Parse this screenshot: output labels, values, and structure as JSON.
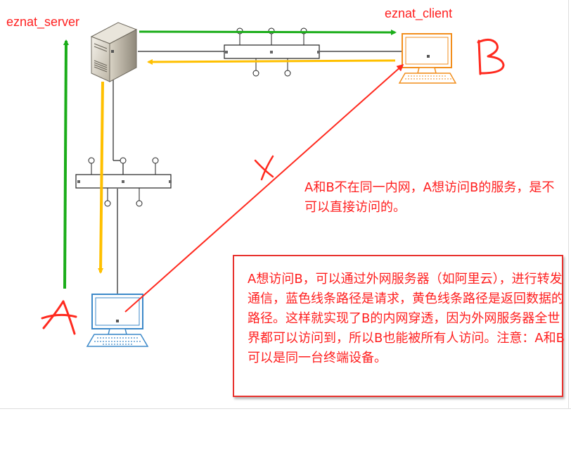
{
  "labels": {
    "server": "eznat_server",
    "client": "eznat_client",
    "a": "A",
    "b": "B",
    "x_mark": "X"
  },
  "notes": {
    "cannot_access": "A和B不在同一内网，A想访问B的服务，是不可以直接访问的。",
    "explanation": "A想访问B，可以通过外网服务器（如阿里云），进行转发通信，蓝色线条路径是请求，黄色线条路径是返回数据的路径。这样就实现了B的内网穿透，因为外网服务器全世界都可以访问到，所以B也能被所有人访问。注意：A和B可以是同一台终端设备。"
  },
  "colors": {
    "request_arrow": "#1aad19",
    "response_arrow": "#ffc000",
    "blocked_line": "#ff2a1f",
    "annotation": "#ff1f1f",
    "monitor": "#f28e1c",
    "monitor_a": "#3c89c9"
  }
}
